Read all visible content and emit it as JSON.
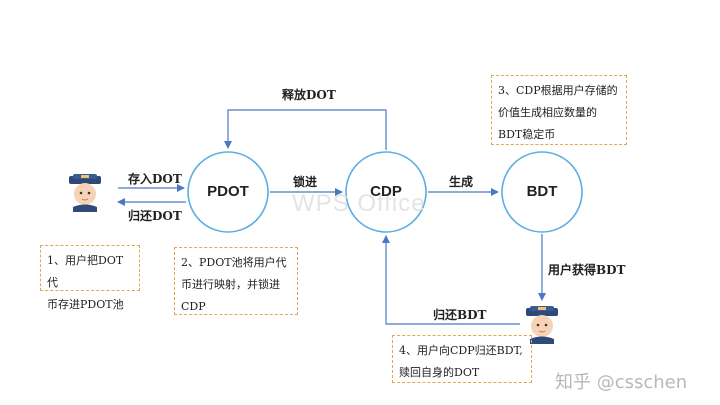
{
  "nodes": {
    "pdot": "PDOT",
    "cdp": "CDP",
    "bdt": "BDT"
  },
  "edges": {
    "deposit_dot": "存入DOT",
    "return_dot": "归还DOT",
    "lock": "锁进",
    "generate": "生成",
    "release_dot": "释放DOT",
    "user_get_bdt": "用户获得BDT",
    "return_bdt": "归还BDT"
  },
  "notes": {
    "step1": [
      "1、用户把DOT代",
      "币存进PDOT池"
    ],
    "step2": [
      "2、PDOT池将用户代",
      "币进行映射，并锁进",
      "CDP"
    ],
    "step3": [
      "3、CDP根据用户存储的",
      "价值生成相应数量的",
      "BDT稳定币"
    ],
    "step4": [
      "4、用户向CDP归还BDT,",
      "赎回自身的DOT"
    ]
  },
  "watermark": "WPS Office",
  "source_mark": "知乎 @csschen",
  "colors": {
    "circle_stroke": "#5aaee0",
    "arrow": "#4a78c4",
    "note_border": "#e0a94f"
  }
}
